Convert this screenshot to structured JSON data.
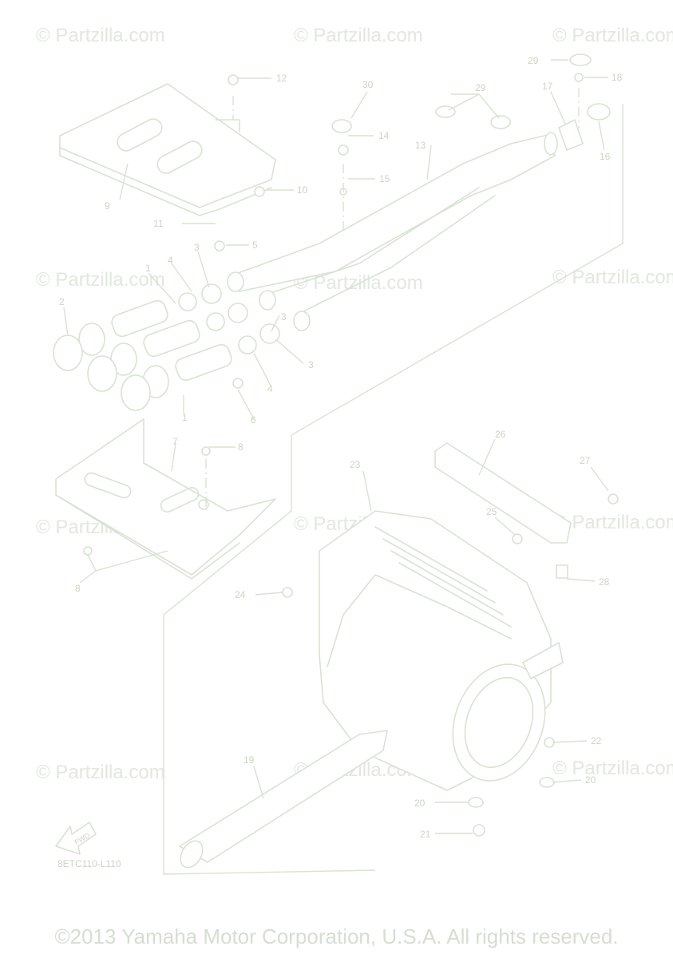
{
  "watermark": "© Partzilla.com",
  "diagram_code": "8ETC110-L110",
  "fwd_label": "FWD",
  "copyright": "©2013 Yamaha Motor Corporation, U.S.A. All rights reserved.",
  "callouts": {
    "c1a": "1",
    "c1b": "1",
    "c2": "2",
    "c3a": "3",
    "c3b": "3",
    "c3c": "3",
    "c4a": "4",
    "c4b": "4",
    "c5": "5",
    "c6": "6",
    "c7": "7",
    "c8a": "8",
    "c8b": "8",
    "c9": "9",
    "c10": "10",
    "c11": "11",
    "c12": "12",
    "c13": "13",
    "c14": "14",
    "c15": "15",
    "c16": "16",
    "c17": "17",
    "c18": "18",
    "c19": "19",
    "c20a": "20",
    "c20b": "20",
    "c21": "21",
    "c22": "22",
    "c23": "23",
    "c24": "24",
    "c25": "25",
    "c26": "26",
    "c27": "27",
    "c28": "28",
    "c29a": "29",
    "c29b": "29",
    "c30": "30"
  },
  "colors": {
    "line": "#d8e2d4",
    "text": "#c9d6c4",
    "watermark": "#e1e8de"
  }
}
